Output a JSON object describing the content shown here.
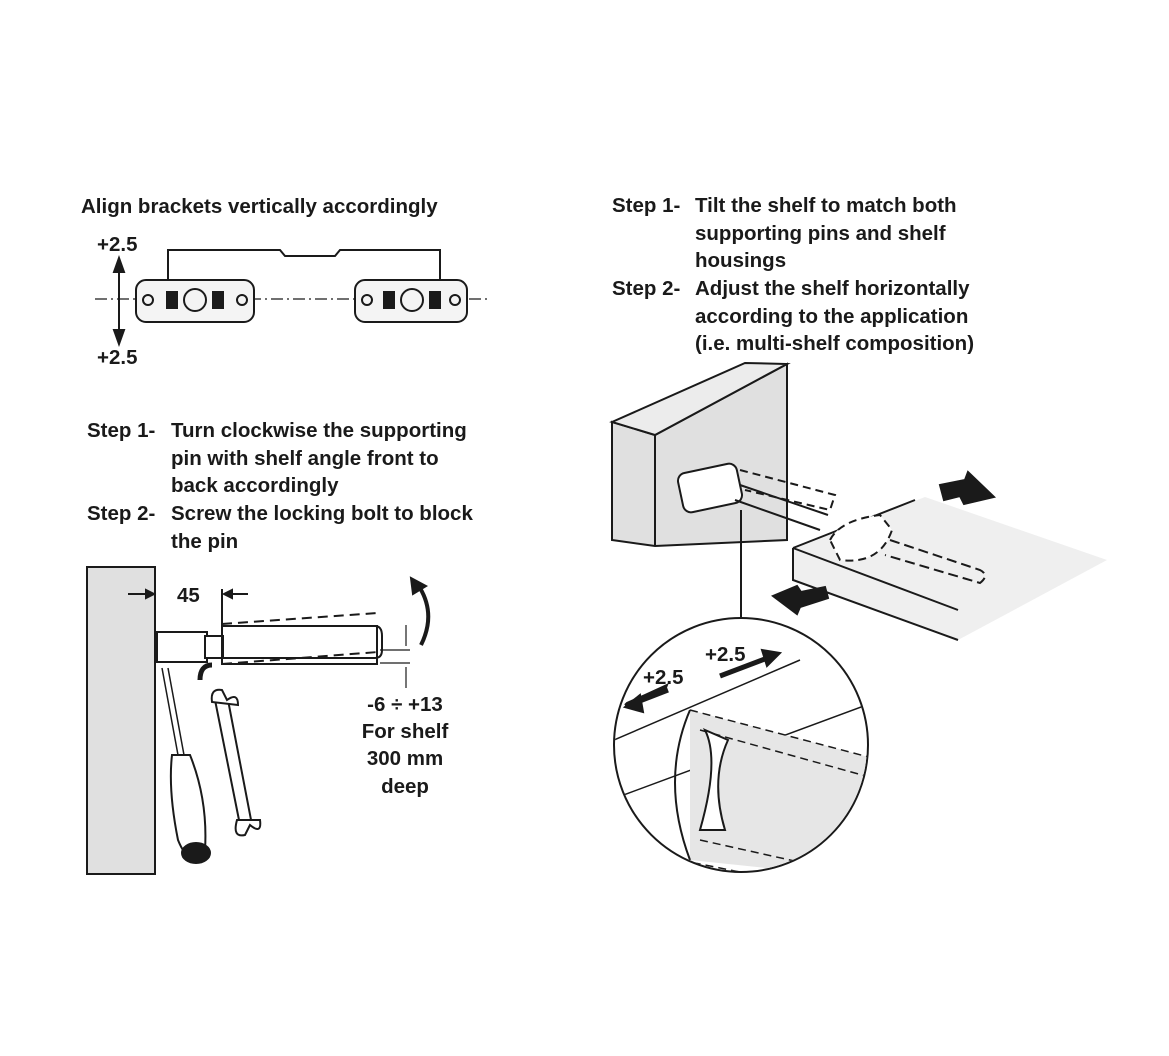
{
  "align": {
    "title": "Align brackets vertically accordingly",
    "upper_tolerance": "+2.5",
    "lower_tolerance": "+2.5"
  },
  "left_steps": [
    {
      "label": "Step 1-",
      "lines": [
        "Turn clockwise the supporting",
        "pin with shelf angle front to",
        "back accordingly"
      ]
    },
    {
      "label": "Step 2-",
      "lines": [
        "Screw the locking bolt to block",
        "the pin"
      ]
    }
  ],
  "right_steps": [
    {
      "label": "Step 1-",
      "lines": [
        "Tilt the shelf to match both",
        "supporting pins and shelf",
        "housings"
      ]
    },
    {
      "label": "Step 2-",
      "lines": [
        "Adjust the shelf horizontally",
        "according to the application",
        "(i.e. multi-shelf composition)"
      ]
    }
  ],
  "side_view": {
    "distance": "45",
    "range": "-6 ÷ +13",
    "note_lines": [
      "For shelf",
      "300 mm",
      "deep"
    ]
  },
  "detail": {
    "left_adjust": "+2.5",
    "right_adjust": "+2.5"
  },
  "colors": {
    "panel": "#e0e0e0",
    "shelf": "#ececec",
    "ink": "#1a1a1a"
  }
}
